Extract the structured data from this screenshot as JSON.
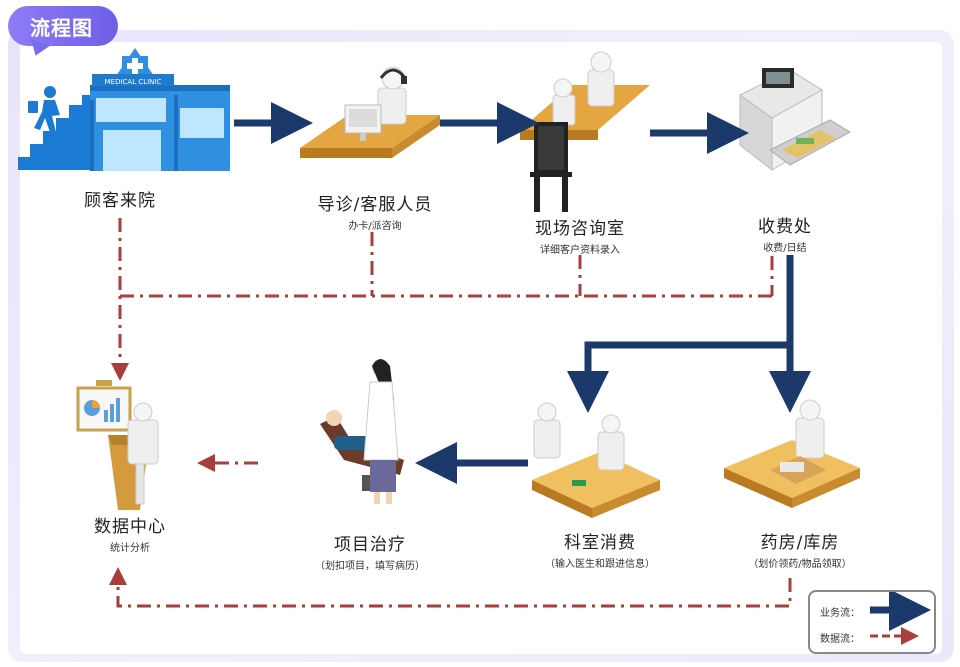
{
  "badge": "流程图",
  "nodes": {
    "arrival": {
      "title": "顾客来院",
      "sub": ""
    },
    "reception": {
      "title": "导诊/客服人员",
      "sub": "办卡/派咨询"
    },
    "consult": {
      "title": "现场咨询室",
      "sub": "详细客户资料录入"
    },
    "cashier": {
      "title": "收费处",
      "sub": "收费/日结"
    },
    "data_center": {
      "title": "数据中心",
      "sub": "统计分析"
    },
    "treatment": {
      "title": "项目治疗",
      "sub": "（划扣项目，填写病历）"
    },
    "dept": {
      "title": "科室消费",
      "sub": "（输入医生和跟进信息）"
    },
    "pharmacy": {
      "title": "药房/库房",
      "sub": "（划价领药/物品领取）"
    }
  },
  "clinic_sign": "MEDICAL CLINIC",
  "legend": {
    "business": "业务流：",
    "data": "数据流："
  },
  "colors": {
    "business_flow": "#1b3a6b",
    "data_flow": "#a83e3e",
    "accent": "#7a6aee"
  }
}
